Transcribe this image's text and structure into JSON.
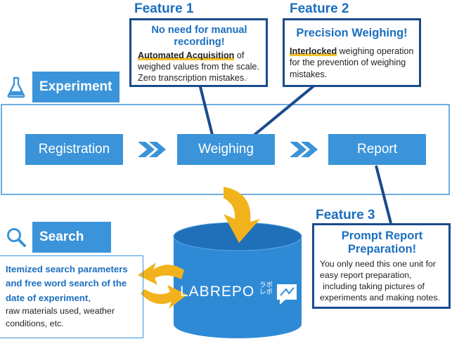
{
  "feature1": {
    "label": "Feature 1",
    "head_line1": "No need for manual",
    "head_line2": "recording!",
    "hl": "Automated Acquisition",
    "rest1": " of",
    "line2": "weighed values from the scale.",
    "line3": "Zero transcription mistakes."
  },
  "feature2": {
    "label": "Feature 2",
    "head": "Precision Weighing!",
    "hl": "Interlocked",
    "rest1": " weighing operation",
    "line2": "for the prevention of weighing",
    "line3": "mistakes."
  },
  "feature3": {
    "label": "Feature 3",
    "head_line1": "Prompt Report",
    "head_line2": "Preparation!",
    "line1": "You only need this one unit for",
    "line2": "easy report preparation,",
    "line3": "including taking pictures of",
    "line4": "experiments and making notes."
  },
  "experiment": {
    "label": "Experiment",
    "icon": "flask-icon"
  },
  "steps": [
    "Registration",
    "Weighing",
    "Report"
  ],
  "search": {
    "label": "Search",
    "icon": "magnifier-icon",
    "bold1": "Itemized search parameters",
    "bold2": "and free word search of the",
    "bold3": "date of experiment",
    "rest3": ",",
    "line4": "raw materials used, weather",
    "line5": "conditions, etc."
  },
  "database": {
    "logo": "LABREPO",
    "logo_kana_top": "ラボ",
    "logo_kana_bottom": "レポ"
  },
  "colors": {
    "blue": "#3b94d9",
    "navy": "#1a4b8c",
    "yellow": "#f2b21c",
    "title": "#1b6fbf"
  }
}
